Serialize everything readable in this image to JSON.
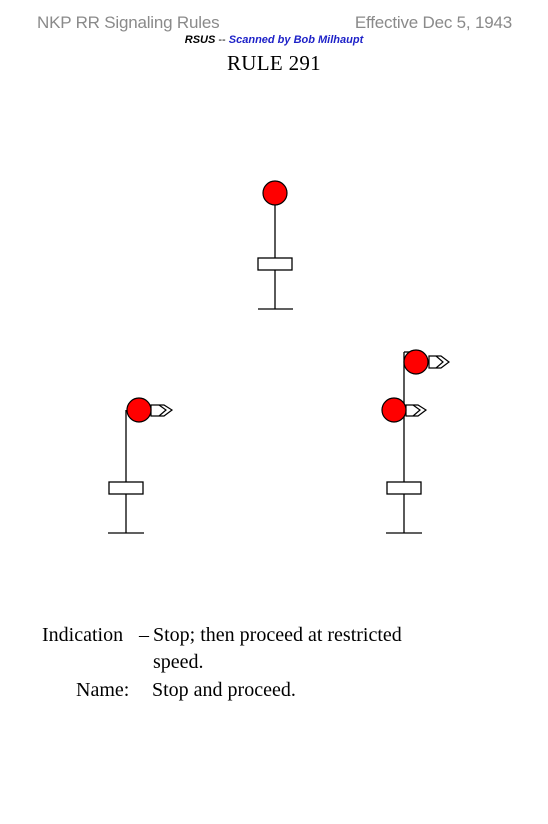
{
  "header": {
    "left": "NKP RR Signaling Rules",
    "right": "Effective Dec 5, 1943",
    "credit_org": "RSUS",
    "credit_sep": "--",
    "credit_by": "Scanned by Bob Milhaupt"
  },
  "rule": {
    "title": "RULE 291"
  },
  "signals": {
    "light_color": "#ff0000",
    "items": [
      {
        "id": "top-center",
        "aspect": "red-light-with-number-plate"
      },
      {
        "id": "bottom-left",
        "aspect": "red-light-with-arrow-and-number-plate"
      },
      {
        "id": "bottom-right",
        "aspect": "two-red-lights-with-arrows-and-number-plate"
      }
    ]
  },
  "indication": {
    "label": "Indication",
    "dash": "–",
    "text_line1": "Stop; then proceed at restricted",
    "text_line2": "speed."
  },
  "name": {
    "label": "Name:",
    "text": "Stop and proceed."
  }
}
